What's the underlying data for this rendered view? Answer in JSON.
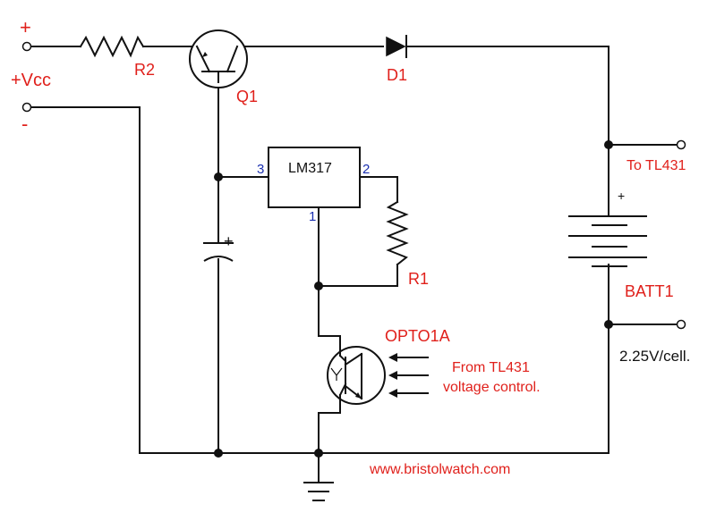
{
  "colors": {
    "wire": "#111111",
    "label_red": "#e0201b",
    "pin_blue": "#1a2fb0",
    "background": "#ffffff"
  },
  "labels": {
    "plus_terminal": "+",
    "vcc": "+Vcc",
    "minus_terminal": "-",
    "r2": "R2",
    "q1": "Q1",
    "d1": "D1",
    "r1": "R1",
    "batt1": "BATT1",
    "opto": "OPTO1A",
    "regulator": "LM317",
    "pin3": "3",
    "pin2": "2",
    "pin1": "1",
    "cap_plus": "+",
    "batt_plus": "+",
    "to_tl431": "To TL431",
    "cell_voltage": "2.25V/cell.",
    "from_tl431_line1": "From TL431",
    "from_tl431_line2": "voltage control.",
    "website": "www.bristolwatch.com"
  },
  "icons": {
    "transistor": "npn-transistor-icon",
    "diode": "diode-icon",
    "resistor": "resistor-icon",
    "capacitor": "polarized-capacitor-icon",
    "battery": "battery-icon",
    "ground": "ground-icon",
    "optocoupler": "phototransistor-icon"
  }
}
